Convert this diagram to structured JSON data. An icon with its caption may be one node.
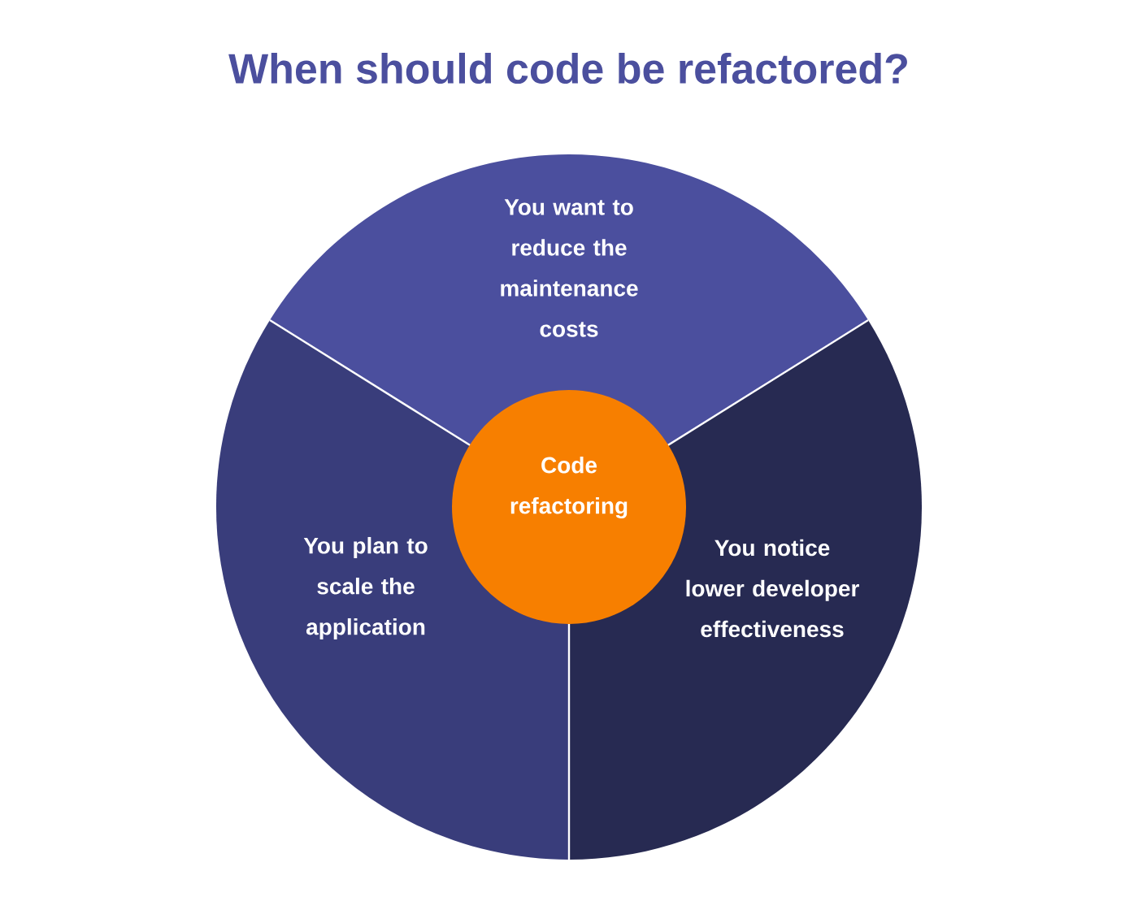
{
  "diagram": {
    "title": "When should code be refactored?",
    "nodes": [
      {
        "text": [
          "You want to reduce the maintenance costs"
        ]
      },
      {
        "text": [
          "You plan to scale the application"
        ]
      },
      {
        "text": [
          "You notice lower developer effectiveness"
        ]
      },
      {
        "text": [
          "Code refactoring"
        ]
      }
    ]
  }
}
